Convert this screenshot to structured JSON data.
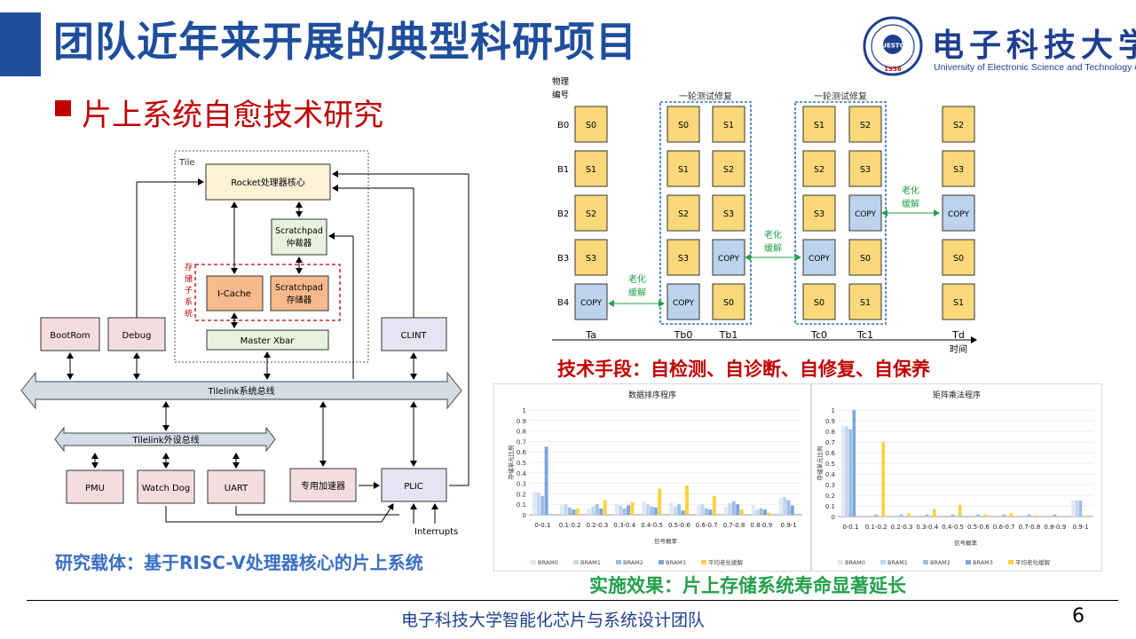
{
  "title": "团队近年来开展的典型科研项目",
  "logo": {
    "seal_text": "UESTC",
    "seal_year": "1956",
    "cn_name": "电子科技大学",
    "en_name": "University of Electronic Science and Technology of China"
  },
  "bullet": "片上系统自愈技术研究",
  "architecture": {
    "tile_label": "Tile",
    "core": "Rocket处理器核心",
    "scratchpad_arbiter": [
      "Scratchpad",
      "仲裁器"
    ],
    "storage_subsystem": [
      "存",
      "储",
      "子",
      "系",
      "统"
    ],
    "icache": "I-Cache",
    "scratchpad_mem": [
      "Scratchpad",
      "存储器"
    ],
    "master_xbar": "Master Xbar",
    "bootrom": "BootRom",
    "debug": "Debug",
    "clint": "CLINT",
    "system_bus": "Tilelink系统总线",
    "periph_bus": "Tilelink外设总线",
    "pmu": "PMU",
    "watchdog": "Watch Dog",
    "uart": "UART",
    "accelerator": "专用加速器",
    "plic": "PLIC",
    "interrupts": "Interrupts"
  },
  "repair": {
    "y_header": [
      "物理",
      "编号"
    ],
    "rows": [
      "B0",
      "B1",
      "B2",
      "B3",
      "B4"
    ],
    "round_label": "一轮测试修复",
    "aging_label": [
      "老化",
      "缓解"
    ],
    "columns": [
      {
        "label": "Ta",
        "cells": [
          "S0",
          "S1",
          "S2",
          "S3",
          "COPY"
        ]
      },
      {
        "label": "Tb0",
        "cells": [
          "S0",
          "S1",
          "S2",
          "S3",
          "COPY"
        ]
      },
      {
        "label": "Tb1",
        "cells": [
          "S1",
          "S2",
          "S3",
          "COPY",
          "S0"
        ]
      },
      {
        "label": "Tc0",
        "cells": [
          "S1",
          "S2",
          "S3",
          "COPY",
          "S0"
        ]
      },
      {
        "label": "Tc1",
        "cells": [
          "S2",
          "S3",
          "COPY",
          "S0",
          "S1"
        ]
      },
      {
        "label": "Td",
        "cells": [
          "S2",
          "S3",
          "COPY",
          "S0",
          "S1"
        ]
      }
    ],
    "x_axis_label": "时间",
    "colors": {
      "normal": "#fbd87a",
      "copy": "#bcd3ee",
      "dashed": "#2e75b6",
      "arrow": "#22a04a"
    }
  },
  "tech_text": "技术手段：自检测、自诊断、自修复、自保养",
  "carrier_text": "研究载体：基于RISC-V处理器核心的片上系统",
  "effect_text": "实施效果：片上存储系统寿命显著延长",
  "footer": "电子科技大学智能化芯片与系统设计团队",
  "page_number": "6",
  "chart_data": [
    {
      "type": "bar",
      "title": "数据排序程序",
      "xlabel": "信号概率",
      "ylabel": "存储单元比例",
      "ylim": [
        0,
        1
      ],
      "yticks": [
        "0",
        "0.1",
        "0.2",
        "0.3",
        "0.4",
        "0.5",
        "0.6",
        "0.7",
        "0.8",
        "0.9",
        "1"
      ],
      "categories": [
        "0-0.1",
        "0.1-0.2",
        "0.2-0.3",
        "0.3-0.4",
        "0.4-0.5",
        "0.5-0.6",
        "0.6-0.7",
        "0.7-0.8",
        "0.8-0.9",
        "0.9-1"
      ],
      "series": [
        {
          "name": "BRAM0",
          "color": "#dfe8f5",
          "values": [
            0.22,
            0.09,
            0.06,
            0.1,
            0.13,
            0.12,
            0.09,
            0.08,
            0.09,
            0.16
          ]
        },
        {
          "name": "BRAM1",
          "color": "#c5d6ee",
          "values": [
            0.21,
            0.1,
            0.08,
            0.09,
            0.1,
            0.08,
            0.1,
            0.11,
            0.05,
            0.17
          ]
        },
        {
          "name": "BRAM2",
          "color": "#9dbde6",
          "values": [
            0.18,
            0.07,
            0.1,
            0.06,
            0.08,
            0.1,
            0.06,
            0.13,
            0.06,
            0.14
          ]
        },
        {
          "name": "BRAM3",
          "color": "#7ba7dc",
          "values": [
            0.65,
            0.05,
            0.06,
            0.09,
            0.07,
            0.04,
            0.05,
            0.1,
            0.05,
            0.09
          ]
        },
        {
          "name": "平均老化缓解",
          "color": "#ffd23f",
          "values": [
            0.0,
            0.06,
            0.14,
            0.12,
            0.25,
            0.28,
            0.18,
            0.05,
            0.02,
            0.0
          ]
        }
      ]
    },
    {
      "type": "bar",
      "title": "矩阵乘法程序",
      "xlabel": "信号概率",
      "ylabel": "存储单元比例",
      "ylim": [
        0,
        1
      ],
      "yticks": [
        "0",
        "0.1",
        "0.2",
        "0.3",
        "0.4",
        "0.5",
        "0.6",
        "0.7",
        "0.8",
        "0.9",
        "1"
      ],
      "categories": [
        "0-0.1",
        "0.1-0.2",
        "0.2-0.3",
        "0.3-0.4",
        "0.4-0.5",
        "0.5-0.6",
        "0.6-0.7",
        "0.7-0.8",
        "0.8-0.9",
        "0.9-1"
      ],
      "series": [
        {
          "name": "BRAM0",
          "color": "#dfe8f5",
          "values": [
            0.85,
            0.0,
            0.0,
            0.0,
            0.0,
            0.0,
            0.0,
            0.0,
            0.0,
            0.15
          ]
        },
        {
          "name": "BRAM1",
          "color": "#c5d6ee",
          "values": [
            0.85,
            0.0,
            0.0,
            0.0,
            0.0,
            0.0,
            0.0,
            0.0,
            0.0,
            0.15
          ]
        },
        {
          "name": "BRAM2",
          "color": "#9dbde6",
          "values": [
            0.82,
            0.02,
            0.02,
            0.02,
            0.02,
            0.02,
            0.02,
            0.02,
            0.02,
            0.15
          ]
        },
        {
          "name": "BRAM3",
          "color": "#7ba7dc",
          "values": [
            1.0,
            0.0,
            0.0,
            0.0,
            0.0,
            0.0,
            0.0,
            0.0,
            0.0,
            0.0
          ]
        },
        {
          "name": "平均老化缓解",
          "color": "#ffd23f",
          "values": [
            0.0,
            0.7,
            0.03,
            0.07,
            0.11,
            0.02,
            0.03,
            0.01,
            0.0,
            0.01
          ]
        }
      ]
    }
  ]
}
